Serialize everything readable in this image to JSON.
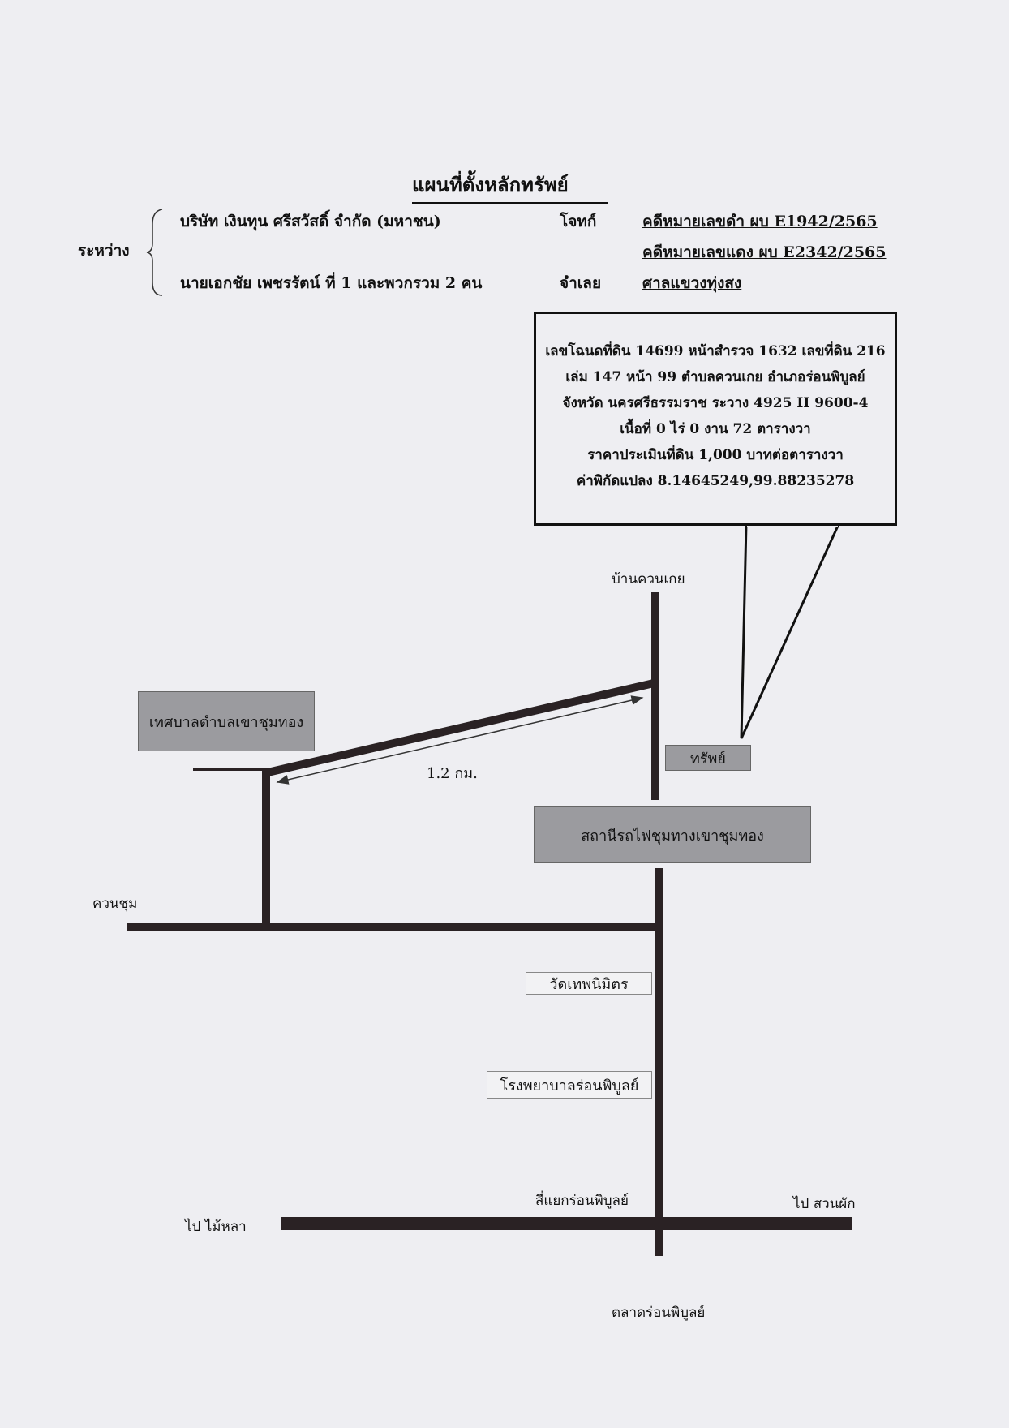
{
  "title": "แผนที่ตั้งหลักทรัพย์",
  "parties": {
    "between_label": "ระหว่าง",
    "plaintiff_name": "บริษัท เงินทุน ศรีสวัสดิ์ จำกัด (มหาชน)",
    "plaintiff_role": "โจทก์",
    "defendant_name": "นายเอกชัย เพชรรัตน์ ที่ 1 และพวกรวม 2 คน",
    "defendant_role": "จำเลย"
  },
  "case": {
    "black_case": "คดีหมายเลขดำ ผบ E1942/2565",
    "red_case": "คดีหมายเลขแดง ผบ E2342/2565",
    "court": "ศาลแขวงทุ่งสง"
  },
  "info_box": {
    "line1": "เลขโฉนดที่ดิน 14699 หน้าสำรวจ 1632 เลขที่ดิน 216",
    "line2": "เล่ม 147 หน้า 99 ตำบลควนเกย อำเภอร่อนพิบูลย์",
    "line3": "จังหวัด นครศรีธรรมราช ระวาง 4925 II 9600-4",
    "line4": "เนื้อที่ 0 ไร่ 0 งาน 72 ตารางวา",
    "line5": "ราคาประเมินที่ดิน 1,000 บาทต่อตารางวา",
    "line6": "ค่าพิกัดแปลง 8.14645249,99.88235278"
  },
  "map": {
    "north_label": "บ้านควนเกย",
    "municipality_label": "เทศบาลตำบลเขาชุมทอง",
    "distance_label": "1.2 กม.",
    "property_label": "ทรัพย์",
    "station_label": "สถานีรถไฟชุมทางเขาชุมทอง",
    "left_road_label": "ควนชุม",
    "temple_label": "วัดเทพนิมิตร",
    "hospital_label": "โรงพยาบาลร่อนพิบูลย์",
    "intersection_label": "สี่แยกร่อนพิบูลย์",
    "west_label": "ไป ไม้หลา",
    "east_label": "ไป สวนผัก",
    "south_label": "ตลาดร่อนพิบูลย์"
  }
}
